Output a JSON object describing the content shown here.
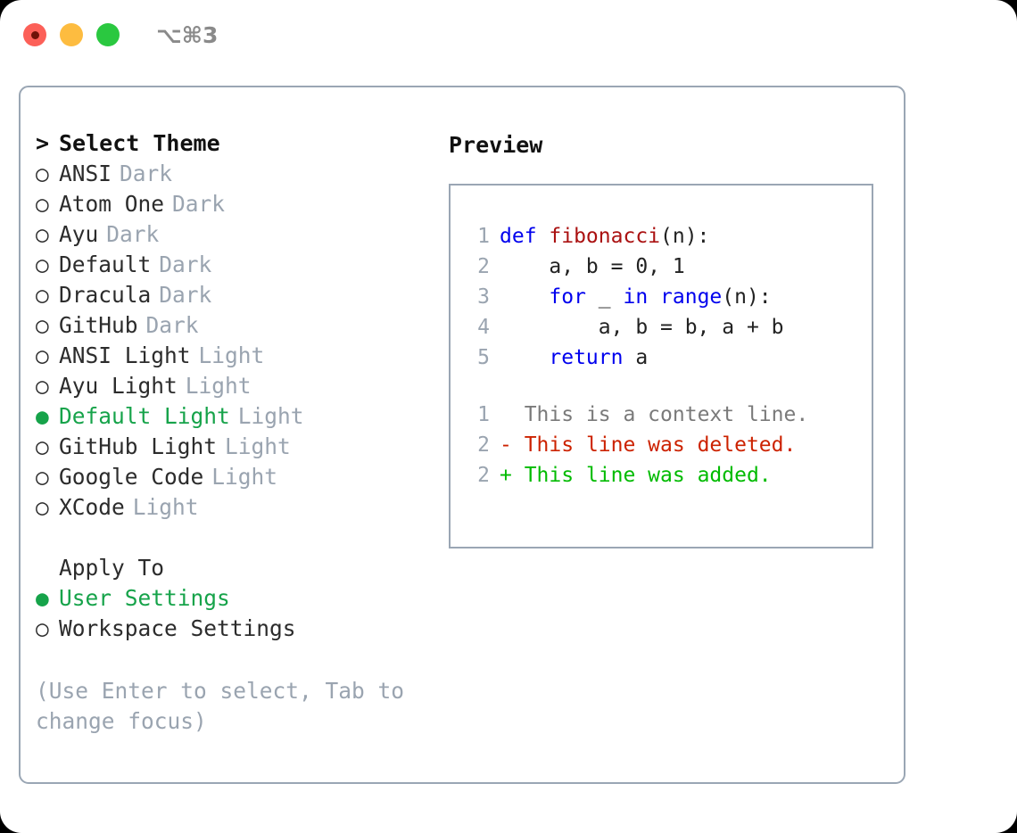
{
  "window": {
    "shortcut_label": "⌥⌘3",
    "traffic_lights": [
      "close-button",
      "minimize-button",
      "maximize-button"
    ]
  },
  "colors": {
    "accent_green": "#16a34a",
    "frame_border": "#9aa6b4",
    "muted_text": "#9aa4b0",
    "keyword_blue": "#0000ee",
    "function_red": "#aa1111",
    "diff_delete_red": "#cc2200",
    "diff_add_green": "#00bb00"
  },
  "theme_list": {
    "header": "Select Theme",
    "header_prefix": "> ",
    "bullet_unselected": "○",
    "bullet_selected": "●",
    "items": [
      {
        "name": "ANSI",
        "tag": "Dark",
        "selected": false
      },
      {
        "name": "Atom One",
        "tag": "Dark",
        "selected": false
      },
      {
        "name": "Ayu",
        "tag": "Dark",
        "selected": false
      },
      {
        "name": "Default",
        "tag": "Dark",
        "selected": false
      },
      {
        "name": "Dracula",
        "tag": "Dark",
        "selected": false
      },
      {
        "name": "GitHub",
        "tag": "Dark",
        "selected": false
      },
      {
        "name": "ANSI Light",
        "tag": "Light",
        "selected": false
      },
      {
        "name": "Ayu Light",
        "tag": "Light",
        "selected": false
      },
      {
        "name": "Default Light",
        "tag": "Light",
        "selected": true
      },
      {
        "name": "GitHub Light",
        "tag": "Light",
        "selected": false
      },
      {
        "name": "Google Code",
        "tag": "Light",
        "selected": false
      },
      {
        "name": "XCode",
        "tag": "Light",
        "selected": false
      }
    ]
  },
  "apply_to": {
    "header": "Apply To",
    "options": [
      {
        "label": "User Settings",
        "selected": true
      },
      {
        "label": "Workspace Settings",
        "selected": false
      }
    ]
  },
  "hint": "(Use Enter to select, Tab to change focus)",
  "preview": {
    "header": "Preview",
    "code_lines": [
      {
        "no": "1",
        "tokens": [
          {
            "text": "def ",
            "kind": "kw"
          },
          {
            "text": "fibonacci",
            "kind": "fn"
          },
          {
            "text": "(n):",
            "kind": "plain"
          }
        ]
      },
      {
        "no": "2",
        "tokens": [
          {
            "text": "    a, b = 0, 1",
            "kind": "plain"
          }
        ]
      },
      {
        "no": "3",
        "tokens": [
          {
            "text": "    ",
            "kind": "plain"
          },
          {
            "text": "for",
            "kind": "kw"
          },
          {
            "text": " _ ",
            "kind": "plain"
          },
          {
            "text": "in range",
            "kind": "kw"
          },
          {
            "text": "(n):",
            "kind": "plain"
          }
        ]
      },
      {
        "no": "4",
        "tokens": [
          {
            "text": "        a, b = b, a + b",
            "kind": "plain"
          }
        ]
      },
      {
        "no": "5",
        "tokens": [
          {
            "text": "    ",
            "kind": "plain"
          },
          {
            "text": "return",
            "kind": "kw"
          },
          {
            "text": " a",
            "kind": "plain"
          }
        ]
      }
    ],
    "diff_lines": [
      {
        "no": "1",
        "marker": "  ",
        "text": "This is a context line.",
        "kind": "context"
      },
      {
        "no": "2",
        "marker": "- ",
        "text": "This line was deleted.",
        "kind": "delete"
      },
      {
        "no": "2",
        "marker": "+ ",
        "text": "This line was added.",
        "kind": "add"
      }
    ]
  }
}
